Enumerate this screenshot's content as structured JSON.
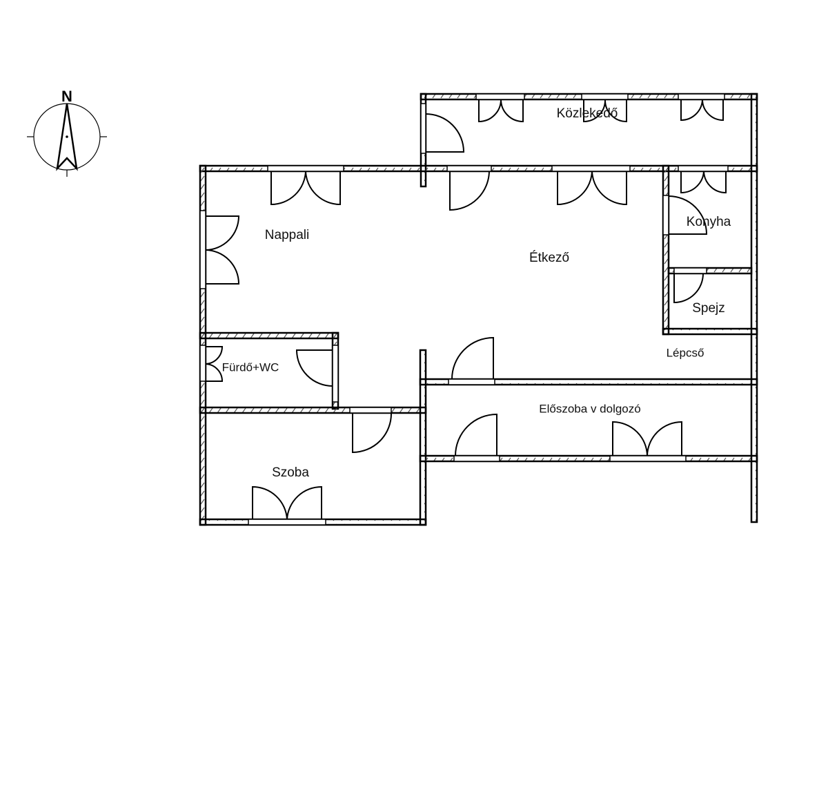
{
  "compass": {
    "label": "N"
  },
  "rooms": {
    "kozlekedo": "Közlekedő",
    "nappali": "Nappali",
    "etkezo": "Étkező",
    "konyha": "Konyha",
    "spejz": "Spejz",
    "furdo": "Fürdő+WC",
    "lepcso": "Lépcső",
    "eloszoba": "Előszoba v dolgozó",
    "szoba": "Szoba"
  },
  "colors": {
    "line": "#000000",
    "hatch": "#555555",
    "background": "#ffffff"
  }
}
